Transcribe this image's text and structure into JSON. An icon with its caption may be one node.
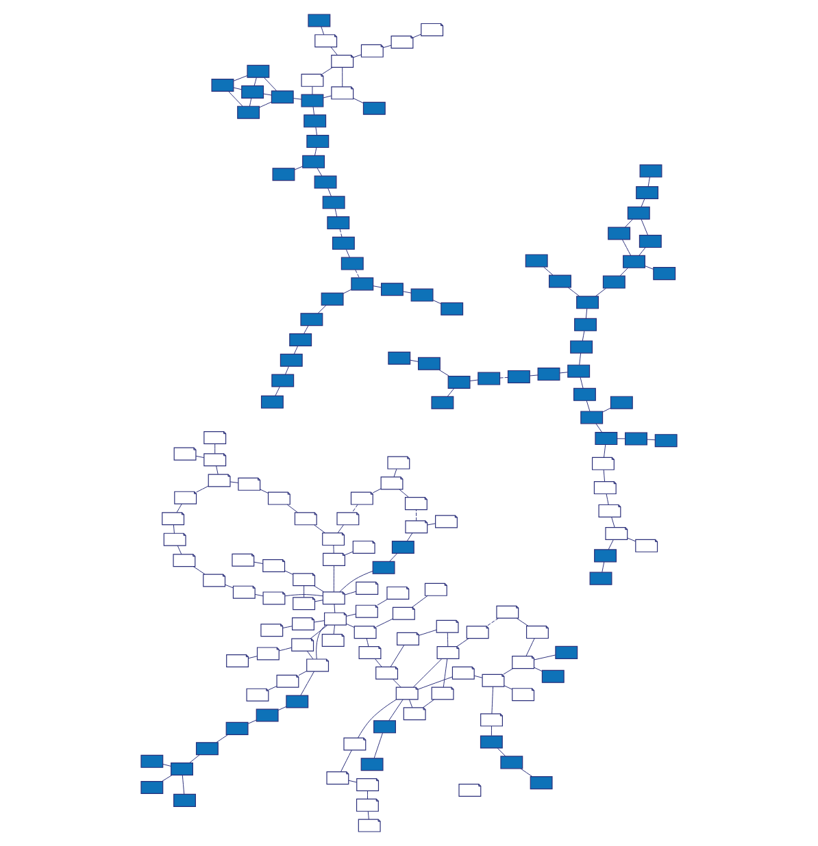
{
  "diagram": {
    "nodes": [
      {
        "text": [],
        "shape": "box"
      },
      {
        "text": [],
        "shape": "box"
      },
      {
        "text": [],
        "shape": "box"
      },
      {
        "text": [],
        "shape": "box"
      },
      {
        "text": [],
        "shape": "box"
      },
      {
        "text": [],
        "shape": "box"
      },
      {
        "text": [],
        "shape": "box"
      },
      {
        "text": [],
        "shape": "box"
      },
      {
        "text": [],
        "shape": "box"
      },
      {
        "text": [],
        "shape": "box"
      },
      {
        "text": [],
        "shape": "box"
      },
      {
        "text": [],
        "shape": "box"
      },
      {
        "text": [],
        "shape": "box"
      },
      {
        "text": [],
        "shape": "box"
      },
      {
        "text": [],
        "shape": "box"
      },
      {
        "text": [],
        "shape": "box"
      },
      {
        "text": [],
        "shape": "box"
      },
      {
        "text": [],
        "shape": "box"
      },
      {
        "text": [],
        "shape": "box"
      },
      {
        "text": [],
        "shape": "box"
      },
      {
        "text": [],
        "shape": "box"
      },
      {
        "text": [],
        "shape": "box"
      },
      {
        "text": [],
        "shape": "box"
      },
      {
        "text": [],
        "shape": "box"
      },
      {
        "text": [],
        "shape": "box"
      },
      {
        "text": [],
        "shape": "box"
      },
      {
        "text": [],
        "shape": "box"
      },
      {
        "text": [],
        "shape": "box"
      },
      {
        "text": [],
        "shape": "box"
      },
      {
        "text": [],
        "shape": "box"
      },
      {
        "text": [],
        "shape": "box"
      },
      {
        "text": [],
        "shape": "box"
      },
      {
        "text": [],
        "shape": "box"
      },
      {
        "text": [],
        "shape": "box"
      },
      {
        "text": [],
        "shape": "box"
      },
      {
        "text": [],
        "shape": "box"
      },
      {
        "text": [],
        "shape": "box"
      },
      {
        "text": [],
        "shape": "box"
      },
      {
        "text": [],
        "shape": "box"
      },
      {
        "text": [],
        "shape": "box"
      },
      {
        "text": [],
        "shape": "box"
      },
      {
        "text": [],
        "shape": "box"
      },
      {
        "text": [],
        "shape": "box"
      },
      {
        "text": [],
        "shape": "box"
      },
      {
        "text": [],
        "shape": "box"
      },
      {
        "text": [],
        "shape": "box"
      },
      {
        "text": [],
        "shape": "box"
      },
      {
        "text": [],
        "shape": "box"
      },
      {
        "text": [],
        "shape": "box"
      },
      {
        "text": [],
        "shape": "box"
      },
      {
        "text": [],
        "shape": "box"
      },
      {
        "text": [],
        "shape": "box"
      },
      {
        "text": [],
        "shape": "box"
      },
      {
        "text": [],
        "shape": "box"
      },
      {
        "text": [],
        "shape": "box"
      },
      {
        "text": [],
        "shape": "box"
      },
      {
        "text": [],
        "shape": "box"
      },
      {
        "text": [],
        "shape": "box"
      },
      {
        "text": [],
        "shape": "box"
      },
      {
        "text": [],
        "shape": "box"
      },
      {
        "text": [],
        "shape": "box"
      },
      {
        "text": [],
        "shape": "box"
      },
      {
        "text": [],
        "shape": "box"
      },
      {
        "text": [],
        "shape": "box"
      },
      {
        "text": [],
        "shape": "box"
      },
      {
        "text": [],
        "shape": "box"
      },
      {
        "text": [],
        "shape": "box"
      },
      {
        "text": [],
        "shape": "box"
      },
      {
        "text": [],
        "shape": "box"
      },
      {
        "text": [],
        "shape": "box"
      },
      {
        "text": [],
        "shape": "box"
      },
      {
        "text": [],
        "shape": "box"
      },
      {
        "text": [],
        "shape": "box"
      },
      {
        "text": [],
        "shape": "box"
      },
      {
        "text": [],
        "shape": "box"
      },
      {
        "text": [],
        "shape": "box"
      },
      {
        "text": [],
        "shape": "box"
      },
      {
        "text": [],
        "shape": "box"
      },
      {
        "text": [],
        "shape": "box"
      },
      {
        "text": [],
        "shape": "box"
      },
      {
        "text": [],
        "shape": "box"
      },
      {
        "text": [],
        "shape": "box"
      },
      {
        "text": [],
        "shape": "box"
      },
      {
        "text": [],
        "shape": "box"
      },
      {
        "text": [],
        "shape": "box"
      },
      {
        "text": [],
        "shape": "box"
      },
      {
        "text": [],
        "shape": "box"
      },
      {
        "text": [],
        "shape": "box"
      },
      {
        "text": [],
        "shape": "box"
      },
      {
        "text": [],
        "shape": "box"
      },
      {
        "text": [],
        "shape": "box"
      },
      {
        "text": [],
        "shape": "box"
      },
      {
        "text": [],
        "shape": "box"
      },
      {
        "text": [],
        "shape": "box"
      },
      {
        "text": [],
        "shape": "box"
      },
      {
        "text": [],
        "shape": "box"
      },
      {
        "text": [],
        "shape": "box"
      },
      {
        "text": [],
        "shape": "box"
      },
      {
        "text": [],
        "shape": "box"
      },
      {
        "text": [],
        "shape": "box"
      },
      {
        "text": [],
        "shape": "box"
      },
      {
        "text": [],
        "shape": "box"
      },
      {
        "text": [],
        "shape": "box"
      },
      {
        "text": [],
        "shape": "box"
      },
      {
        "text": [],
        "shape": "box"
      },
      {
        "text": [],
        "shape": "box"
      },
      {
        "text": [],
        "shape": "box"
      },
      {
        "text": [],
        "shape": "box"
      },
      {
        "text": [],
        "shape": "box"
      },
      {
        "text": [],
        "shape": "box"
      },
      {
        "text": [],
        "shape": "box"
      },
      {
        "text": [],
        "shape": "box"
      },
      {
        "text": [],
        "shape": "box"
      },
      {
        "text": [],
        "shape": "box"
      },
      {
        "text": [],
        "shape": "box"
      },
      {
        "text": [],
        "shape": "box"
      },
      {
        "text": [],
        "shape": "box"
      },
      {
        "text": [],
        "shape": "box"
      },
      {
        "text": [],
        "shape": "box"
      },
      {
        "text": [],
        "shape": "box"
      },
      {
        "text": [],
        "shape": "box"
      },
      {
        "text": [],
        "shape": "box"
      },
      {
        "text": [],
        "shape": "box"
      },
      {
        "text": [],
        "shape": "box"
      },
      {
        "text": [],
        "shape": "box"
      },
      {
        "text": [],
        "shape": "box"
      },
      {
        "text": [],
        "shape": "box"
      },
      {
        "text": [],
        "shape": "box"
      },
      {
        "text": [],
        "shape": "box"
      },
      {
        "text": [],
        "shape": "box"
      },
      {
        "text": [],
        "shape": "box"
      },
      {
        "text": [],
        "shape": "box"
      },
      {
        "text": [],
        "shape": "box"
      },
      {
        "text": [],
        "shape": "box"
      },
      {
        "text": [],
        "shape": "box"
      },
      {
        "text": [],
        "shape": "box"
      },
      {
        "text": [],
        "shape": "box"
      },
      {
        "text": [],
        "shape": "box"
      },
      {
        "text": [],
        "shape": "box"
      },
      {
        "text": [],
        "shape": "box"
      },
      {
        "text": [],
        "shape": "box"
      },
      {
        "text": [],
        "shape": "box"
      },
      {
        "text": [],
        "shape": "box"
      },
      {
        "text": [],
        "shape": "box"
      },
      {
        "text": [],
        "shape": "box"
      },
      {
        "text": [],
        "shape": "box"
      },
      {
        "text": [],
        "shape": "box"
      },
      {
        "text": [],
        "shape": "box"
      },
      {
        "text": [],
        "shape": "box"
      },
      {
        "text": [],
        "shape": "box"
      },
      {
        "text": [],
        "shape": "box"
      },
      {
        "text": [],
        "shape": "box"
      }
    ],
    "edges": [
      {
        "from": 0,
        "to": 1,
        "arrow": "none"
      },
      {
        "from": 1,
        "to": 2,
        "arrow": "none"
      },
      {
        "from": 2,
        "to": 3,
        "arrow": "none"
      },
      {
        "from": 0,
        "to": 4,
        "arrow": "none"
      },
      {
        "from": 4,
        "to": 5,
        "arrow": "none"
      },
      {
        "from": 5,
        "to": 6,
        "arrow": "none"
      },
      {
        "from": 7,
        "to": 8,
        "arrow": "none"
      },
      {
        "from": 8,
        "to": 9,
        "arrow": "none"
      },
      {
        "from": 9,
        "to": 10,
        "arrow": "none",
        "style": "dashed"
      },
      {
        "from": 10,
        "to": 11,
        "arrow": "none"
      },
      {
        "from": 11,
        "to": 6,
        "arrow": "none",
        "style": "dashed"
      },
      {
        "from": 6,
        "to": 12,
        "arrow": "none"
      },
      {
        "from": 12,
        "to": 13,
        "arrow": "none"
      },
      {
        "from": 13,
        "to": 14,
        "arrow": "none"
      },
      {
        "from": 15,
        "to": 16,
        "arrow": "none"
      },
      {
        "from": 15,
        "to": 17,
        "arrow": "none"
      },
      {
        "from": 17,
        "to": 16,
        "arrow": "none"
      },
      {
        "from": 15,
        "to": 18,
        "arrow": "none"
      },
      {
        "from": 17,
        "to": 18,
        "arrow": "none"
      },
      {
        "from": 16,
        "to": 19,
        "arrow": "none"
      },
      {
        "from": 18,
        "to": 19,
        "arrow": "none"
      },
      {
        "from": 17,
        "to": 19,
        "arrow": "none"
      },
      {
        "from": 7,
        "to": 20,
        "arrow": "none"
      },
      {
        "from": 20,
        "to": 21,
        "arrow": "none"
      },
      {
        "from": 20,
        "to": 22,
        "arrow": "none"
      },
      {
        "from": 22,
        "to": 23,
        "arrow": "none"
      },
      {
        "from": 23,
        "to": 24,
        "arrow": "none"
      },
      {
        "from": 19,
        "to": 24,
        "arrow": "none"
      },
      {
        "from": 24,
        "to": 25,
        "arrow": "none"
      },
      {
        "from": 25,
        "to": 26,
        "arrow": "none"
      },
      {
        "from": 26,
        "to": 27,
        "arrow": "none"
      },
      {
        "from": 27,
        "to": 28,
        "arrow": "none"
      },
      {
        "from": 24,
        "to": 29,
        "arrow": "none"
      },
      {
        "from": 26,
        "to": 30,
        "arrow": "none"
      },
      {
        "from": 30,
        "to": 31,
        "arrow": "none"
      },
      {
        "from": 31,
        "to": 32,
        "arrow": "none"
      },
      {
        "from": 29,
        "to": 33,
        "arrow": "none"
      },
      {
        "from": 29,
        "to": 26,
        "arrow": "none"
      },
      {
        "from": 34,
        "to": 35,
        "arrow": "none"
      },
      {
        "from": 35,
        "to": 36,
        "arrow": "none"
      },
      {
        "from": 36,
        "to": 37,
        "arrow": "none"
      },
      {
        "from": 37,
        "to": 38,
        "arrow": "none"
      },
      {
        "from": 40,
        "to": 41,
        "arrow": "none"
      },
      {
        "from": 40,
        "to": 42,
        "arrow": "none"
      },
      {
        "from": 42,
        "to": 43,
        "arrow": "none"
      },
      {
        "from": 38,
        "to": 43,
        "arrow": "none"
      },
      {
        "from": 44,
        "to": 43,
        "arrow": "none"
      },
      {
        "from": 43,
        "to": 45,
        "arrow": "none"
      },
      {
        "from": 46,
        "to": 47,
        "arrow": "none"
      },
      {
        "from": 48,
        "to": 49,
        "arrow": "none"
      },
      {
        "from": 43,
        "to": 46,
        "arrow": "none"
      },
      {
        "from": 42,
        "to": 64,
        "arrow": "none"
      },
      {
        "from": 50,
        "to": 51,
        "arrow": "none"
      },
      {
        "from": 51,
        "to": 44,
        "arrow": "none"
      },
      {
        "from": 51,
        "to": 52,
        "arrow": "none"
      },
      {
        "from": 51,
        "to": 53,
        "arrow": "none"
      },
      {
        "from": 53,
        "to": 54,
        "arrow": "none"
      },
      {
        "from": 54,
        "to": 55,
        "arrow": "none"
      },
      {
        "from": 55,
        "to": 56,
        "arrow": "none",
        "style": "dashed"
      },
      {
        "from": 56,
        "to": 57,
        "arrow": "none"
      },
      {
        "from": 57,
        "to": 43,
        "arrow": "none"
      },
      {
        "from": 57,
        "to": 41,
        "arrow": "none"
      },
      {
        "from": 57,
        "to": 63,
        "arrow": "none"
      },
      {
        "from": 52,
        "to": 58,
        "arrow": "none"
      },
      {
        "from": 53,
        "to": 59,
        "arrow": "none"
      },
      {
        "from": 53,
        "to": 60,
        "arrow": "none"
      },
      {
        "from": 58,
        "to": 61,
        "arrow": "none"
      },
      {
        "from": 61,
        "to": 62,
        "arrow": "none"
      },
      {
        "from": 64,
        "to": 65,
        "arrow": "none"
      },
      {
        "from": 66,
        "to": 65,
        "arrow": "none"
      },
      {
        "from": 66,
        "to": 67,
        "arrow": "none"
      },
      {
        "from": 68,
        "to": 69,
        "arrow": "none"
      },
      {
        "from": 69,
        "to": 70,
        "arrow": "none"
      },
      {
        "from": 70,
        "to": 71,
        "arrow": "none"
      },
      {
        "from": 71,
        "to": 72,
        "arrow": "none"
      },
      {
        "from": 48,
        "to": 69,
        "arrow": "none"
      },
      {
        "from": 73,
        "to": 74,
        "arrow": "none"
      },
      {
        "from": 73,
        "to": 75,
        "arrow": "none"
      },
      {
        "from": 73,
        "to": 76,
        "arrow": "none"
      },
      {
        "from": 76,
        "to": 77,
        "arrow": "none"
      },
      {
        "from": 78,
        "to": 79,
        "arrow": "none"
      },
      {
        "from": 79,
        "to": 80,
        "arrow": "none"
      },
      {
        "from": 78,
        "to": 81,
        "arrow": "none"
      },
      {
        "from": 81,
        "to": 82,
        "arrow": "none"
      },
      {
        "from": 79,
        "to": 83,
        "arrow": "none"
      },
      {
        "from": 75,
        "to": 84,
        "arrow": "none",
        "style": "dashed"
      },
      {
        "from": 84,
        "to": 85,
        "arrow": "none"
      },
      {
        "from": 85,
        "to": 86,
        "arrow": "none"
      },
      {
        "from": 83,
        "to": 86,
        "arrow": "none"
      },
      {
        "from": 87,
        "to": 88,
        "arrow": "none"
      },
      {
        "from": 88,
        "to": 89,
        "arrow": "none"
      },
      {
        "from": 89,
        "to": 90,
        "arrow": "none"
      },
      {
        "from": 90,
        "to": 91,
        "arrow": "none"
      },
      {
        "from": 86,
        "to": 91,
        "arrow": "none"
      },
      {
        "from": 89,
        "to": 92,
        "arrow": "none"
      },
      {
        "from": 92,
        "to": 93,
        "arrow": "none"
      },
      {
        "from": 93,
        "to": 94,
        "arrow": "none"
      },
      {
        "from": 93,
        "to": 95,
        "arrow": "none"
      },
      {
        "from": 93,
        "to": 96,
        "arrow": "none"
      },
      {
        "from": 94,
        "to": 97,
        "arrow": "none"
      },
      {
        "from": 95,
        "to": 97,
        "arrow": "none"
      },
      {
        "from": 98,
        "to": 99,
        "arrow": "none"
      },
      {
        "from": 97,
        "to": 99,
        "arrow": "none"
      },
      {
        "from": 100,
        "to": 101,
        "arrow": "none"
      },
      {
        "from": 101,
        "to": 102,
        "arrow": "none"
      },
      {
        "from": 103,
        "to": 104,
        "arrow": "none"
      },
      {
        "from": 104,
        "to": 101,
        "arrow": "none"
      },
      {
        "from": 103,
        "to": 107,
        "arrow": "none"
      },
      {
        "from": 107,
        "to": 108,
        "arrow": "none"
      },
      {
        "from": 105,
        "to": 106,
        "arrow": "none"
      },
      {
        "from": 105,
        "to": 109,
        "arrow": "none"
      },
      {
        "from": 108,
        "to": 150,
        "arrow": "none"
      },
      {
        "from": 109,
        "to": 110,
        "arrow": "none"
      },
      {
        "from": 109,
        "to": 111,
        "arrow": "none",
        "style": "dashed"
      },
      {
        "from": 111,
        "to": 112,
        "arrow": "none"
      },
      {
        "from": 112,
        "to": 113,
        "arrow": "none"
      },
      {
        "from": 112,
        "to": 114,
        "arrow": "none"
      },
      {
        "from": 114,
        "to": 120,
        "arrow": "none",
        "style": "dashed"
      },
      {
        "from": 104,
        "to": 115,
        "arrow": "none"
      },
      {
        "from": 115,
        "to": 116,
        "arrow": "none"
      },
      {
        "from": 116,
        "to": 117,
        "arrow": "none"
      },
      {
        "from": 150,
        "to": 128,
        "arrow": "none"
      },
      {
        "from": 106,
        "to": 122,
        "arrow": "none"
      },
      {
        "from": 117,
        "to": 118,
        "arrow": "none"
      },
      {
        "from": 118,
        "to": 119,
        "arrow": "none"
      },
      {
        "from": 119,
        "to": 122,
        "arrow": "none"
      },
      {
        "from": 118,
        "to": 120,
        "arrow": "none"
      },
      {
        "from": 119,
        "to": 121,
        "arrow": "none"
      },
      {
        "from": 122,
        "to": 123,
        "arrow": "none"
      },
      {
        "from": 122,
        "to": 124,
        "arrow": "none"
      },
      {
        "from": 122,
        "to": 125,
        "arrow": "none"
      },
      {
        "from": 124,
        "to": 125,
        "arrow": "none"
      },
      {
        "from": 125,
        "to": 126,
        "arrow": "none"
      },
      {
        "from": 126,
        "to": 127,
        "arrow": "none"
      },
      {
        "from": 128,
        "to": 129,
        "arrow": "none"
      },
      {
        "from": 129,
        "to": 151,
        "arrow": "none"
      },
      {
        "from": 151,
        "to": 122,
        "arrow": "none"
      },
      {
        "from": 130,
        "to": 131,
        "arrow": "none"
      },
      {
        "from": 132,
        "to": 133,
        "arrow": "none"
      },
      {
        "from": 133,
        "to": 135,
        "arrow": "none"
      },
      {
        "from": 134,
        "to": 135,
        "arrow": "none"
      },
      {
        "from": 131,
        "to": 135,
        "arrow": "none"
      },
      {
        "from": 122,
        "to": 135,
        "arrow": "none"
      },
      {
        "from": 135,
        "to": 136,
        "arrow": "none"
      },
      {
        "from": 135,
        "to": 137,
        "arrow": "none"
      },
      {
        "from": 136,
        "to": 137,
        "arrow": "none"
      },
      {
        "from": 138,
        "to": 136,
        "arrow": "none"
      },
      {
        "from": 139,
        "to": 138,
        "arrow": "none"
      },
      {
        "from": 137,
        "to": 140,
        "arrow": "none"
      },
      {
        "from": 140,
        "to": 141,
        "arrow": "none"
      },
      {
        "from": 142,
        "to": 143,
        "arrow": "none"
      },
      {
        "from": 142,
        "to": 144,
        "arrow": "none"
      },
      {
        "from": 136,
        "to": 143,
        "arrow": "none"
      },
      {
        "from": 144,
        "to": 145,
        "arrow": "none"
      },
      {
        "from": 145,
        "to": 147,
        "arrow": "none"
      },
      {
        "from": 146,
        "to": 147,
        "arrow": "none"
      },
      {
        "from": 147,
        "to": 148,
        "arrow": "none"
      },
      {
        "from": 147,
        "to": 149,
        "arrow": "none"
      },
      {
        "from": 65,
        "to": 135,
        "arrow": "none"
      },
      {
        "from": 45,
        "to": 63,
        "arrow": "none"
      },
      {
        "from": 72,
        "to": 78,
        "arrow": "none"
      }
    ]
  }
}
